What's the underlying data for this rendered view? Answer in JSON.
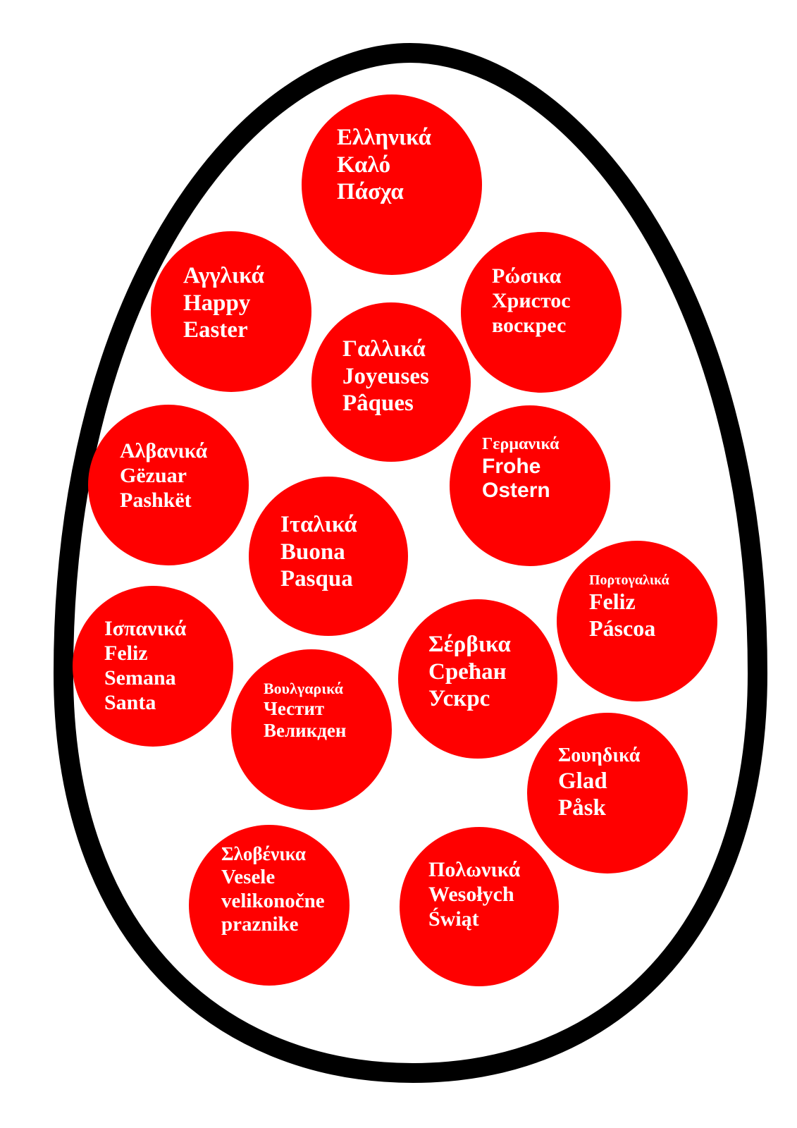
{
  "colors": {
    "circle_fill": "#ff0000",
    "egg_stroke": "#000000",
    "background": "#ffffff",
    "text": "#ffffff"
  },
  "egg": {
    "fill": "#ffffff",
    "stroke": "#000000"
  },
  "greetings": [
    {
      "id": "greek",
      "language": "Ελληνικά",
      "lines": [
        "Καλό",
        "Πάσχα"
      ]
    },
    {
      "id": "english",
      "language": "Αγγλικά",
      "lines": [
        "Happy",
        "Easter"
      ]
    },
    {
      "id": "russian",
      "language": "Ρώσικα",
      "lines": [
        "Христос",
        "воскрес"
      ]
    },
    {
      "id": "french",
      "language": "Γαλλικά",
      "lines": [
        "Joyeuses",
        "Pâques"
      ]
    },
    {
      "id": "albanian",
      "language": "Αλβανικά",
      "lines": [
        "Gëzuar",
        "Pashkët"
      ]
    },
    {
      "id": "german",
      "language": "Γερμανικά",
      "lines": [
        "Frohe",
        "Ostern"
      ]
    },
    {
      "id": "italian",
      "language": "Ιταλικά",
      "lines": [
        "Buona",
        "Pasqua"
      ]
    },
    {
      "id": "portuguese",
      "language": "Πορτογαλικά",
      "lines": [
        "Feliz",
        "Páscoa"
      ]
    },
    {
      "id": "spanish",
      "language": "Ισπανικά",
      "lines": [
        "Feliz",
        "Semana",
        "Santa"
      ]
    },
    {
      "id": "serbian",
      "language": "Σέρβικα",
      "lines": [
        "Срећан",
        "Ускрс"
      ]
    },
    {
      "id": "bulgarian",
      "language": "Βουλγαρικά",
      "lines": [
        "Честит",
        "Великден"
      ]
    },
    {
      "id": "swedish",
      "language": "Σουηδικά",
      "lines": [
        "Glad",
        "Påsk"
      ]
    },
    {
      "id": "slovenian",
      "language": "Σλοβένικα",
      "lines": [
        "Vesele",
        "velikonočne",
        "praznike"
      ]
    },
    {
      "id": "polish",
      "language": "Πολωνικά",
      "lines": [
        "Wesołych",
        "Świąt"
      ]
    }
  ]
}
